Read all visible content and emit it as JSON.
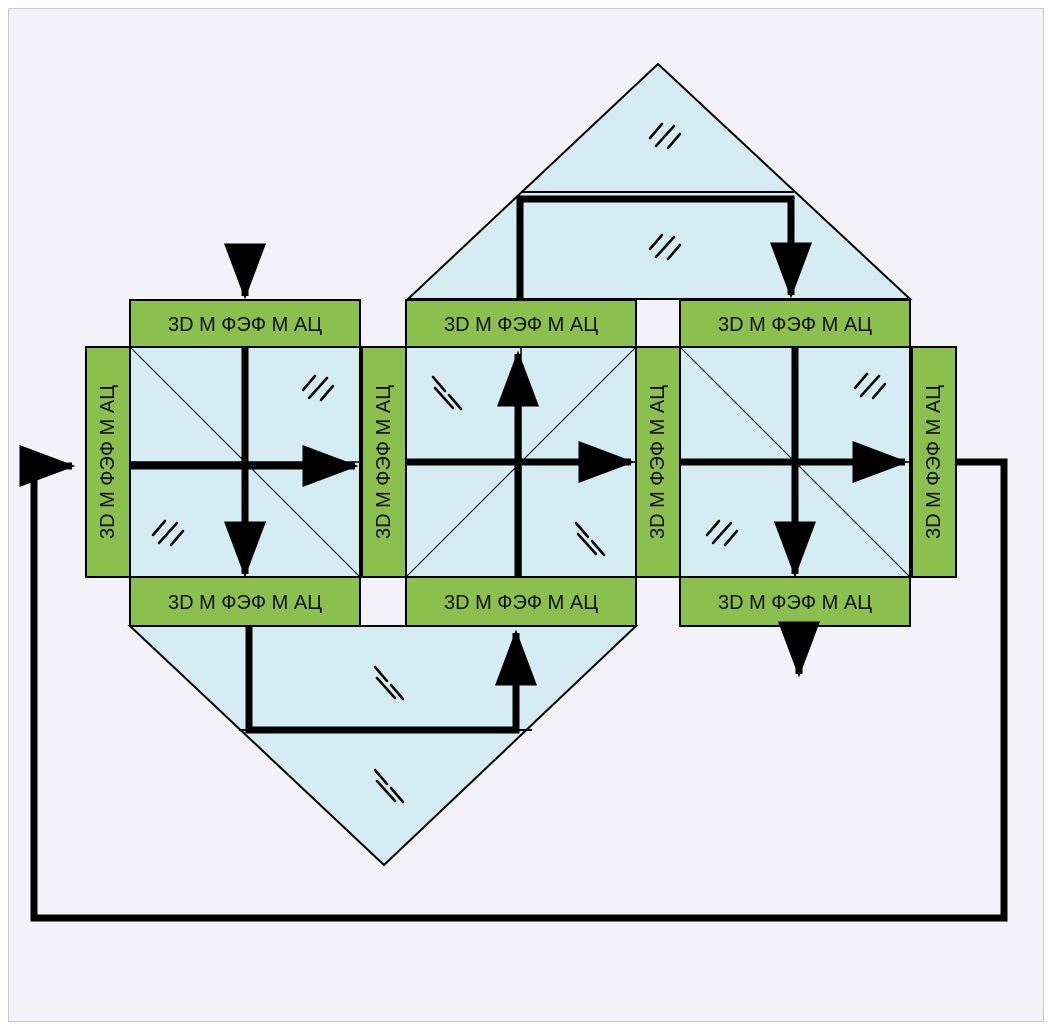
{
  "diagram": {
    "colors": {
      "background": "#f3f2f8",
      "glass_fill": "#d5ecf2",
      "label_fill": "#8cc04e",
      "stroke": "#000000"
    },
    "modulator_label": "3D M ФЭФ M АЦ",
    "cubes": [
      {
        "top_label": "3D M ФЭФ M АЦ",
        "bottom_label": "3D M ФЭФ M АЦ",
        "left_label": "3D M ФЭФ M АЦ",
        "right_label": "3D M ФЭФ M АЦ"
      },
      {
        "top_label": "3D M ФЭФ M АЦ",
        "bottom_label": "3D M ФЭФ M АЦ",
        "right_label": "3D M ФЭФ M АЦ"
      },
      {
        "top_label": "3D M ФЭФ M АЦ",
        "bottom_label": "3D M ФЭФ M АЦ",
        "right_label": "3D M ФЭФ M АЦ"
      }
    ]
  }
}
